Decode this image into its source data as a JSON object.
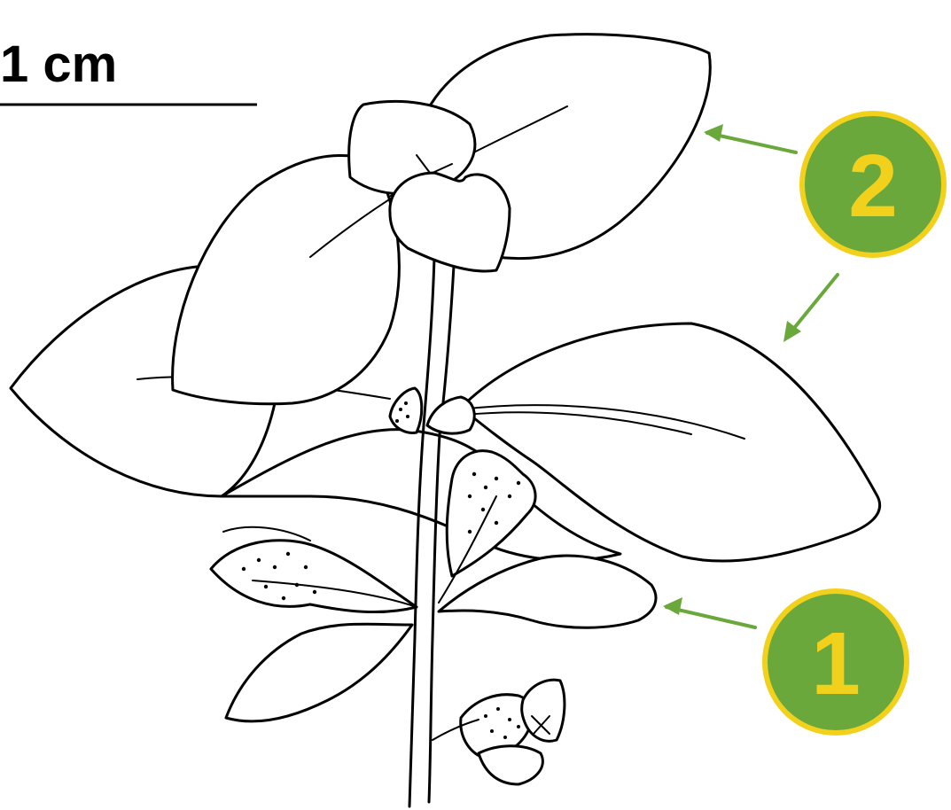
{
  "scale_bar": {
    "label": "1 cm"
  },
  "callouts": [
    {
      "number": "1"
    },
    {
      "number": "2"
    }
  ],
  "colors": {
    "badge_fill": "#6aa83c",
    "badge_ring": "#f2d11c",
    "badge_number": "#f2d11c",
    "arrow": "#6aa83c",
    "ink": "#000000"
  }
}
